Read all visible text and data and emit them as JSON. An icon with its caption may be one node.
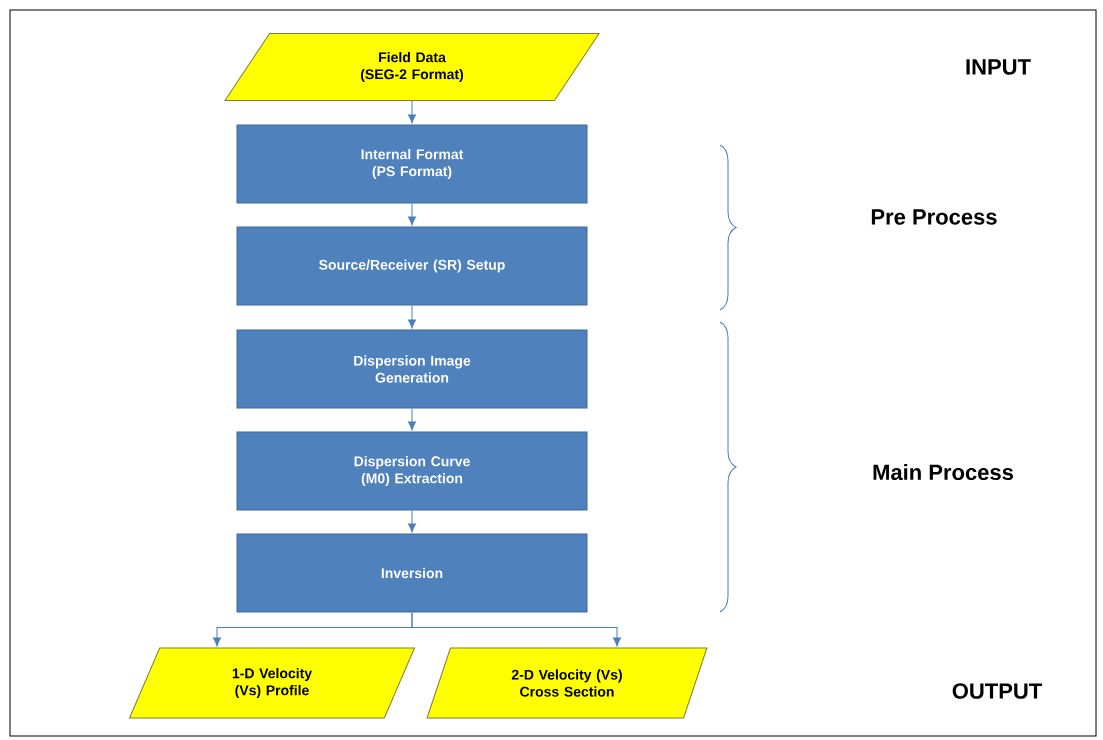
{
  "diagram": {
    "nodes": [
      {
        "text": [
          "Field Data (SEG-2 Format)"
        ]
      },
      {
        "text": [
          "Internal Format (PS Format)"
        ]
      },
      {
        "text": [
          "Source/Receiver (SR) Setup"
        ]
      },
      {
        "text": [
          "Dispersion Image Generation"
        ]
      },
      {
        "text": [
          "Dispersion Curve (M0) Extraction"
        ]
      },
      {
        "text": [
          "Inversion"
        ]
      },
      {
        "text": [
          "1-D Velocity (Vs) Profile"
        ]
      },
      {
        "text": [
          "2-D Velocity (Vs) Cross Section"
        ]
      }
    ],
    "edges": [
      {
        "from": 0,
        "to": 1,
        "arrow": "to"
      },
      {
        "from": 1,
        "to": 2,
        "arrow": "to"
      },
      {
        "from": 2,
        "to": 3,
        "arrow": "to"
      },
      {
        "from": 3,
        "to": 4,
        "arrow": "to"
      },
      {
        "from": 4,
        "to": 5,
        "arrow": "to"
      },
      {
        "from": 5,
        "to": 6,
        "arrow": "to"
      },
      {
        "from": 5,
        "to": 7,
        "arrow": "to"
      }
    ],
    "labels": [
      "INPUT",
      "Pre Process",
      "Main Process",
      "OUTPUT"
    ]
  }
}
